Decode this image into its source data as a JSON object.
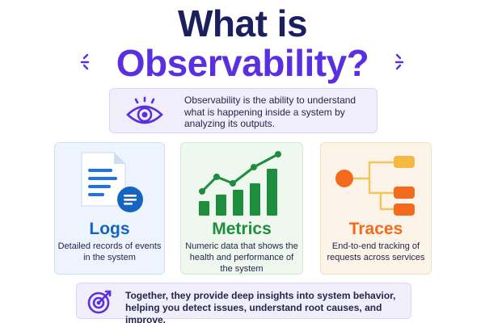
{
  "title": {
    "line1": "What is",
    "line2": "Observability?"
  },
  "definition": "Observability is the ability to understand what is happening inside a system by analyzing its outputs.",
  "cards": [
    {
      "title": "Logs",
      "description": "Detailed records of events in the system",
      "color": "#1565c0"
    },
    {
      "title": "Metrics",
      "description": "Numeric data that shows the health and performance of the system",
      "color": "#1e8e3e"
    },
    {
      "title": "Traces",
      "description": "End-to-end tracking of requests across services",
      "color": "#f26b1d"
    }
  ],
  "summary": "Together, they provide deep insights into system behavior, helping you detect issues, understand root causes, and improve.",
  "icons": [
    "sparkle-icon",
    "eye-icon",
    "document-icon",
    "bar-chart-icon",
    "trace-tree-icon",
    "target-icon"
  ],
  "colors": {
    "navy": "#1b1f5e",
    "purple": "#5a2fe0",
    "lavender": "#f1eefc"
  }
}
